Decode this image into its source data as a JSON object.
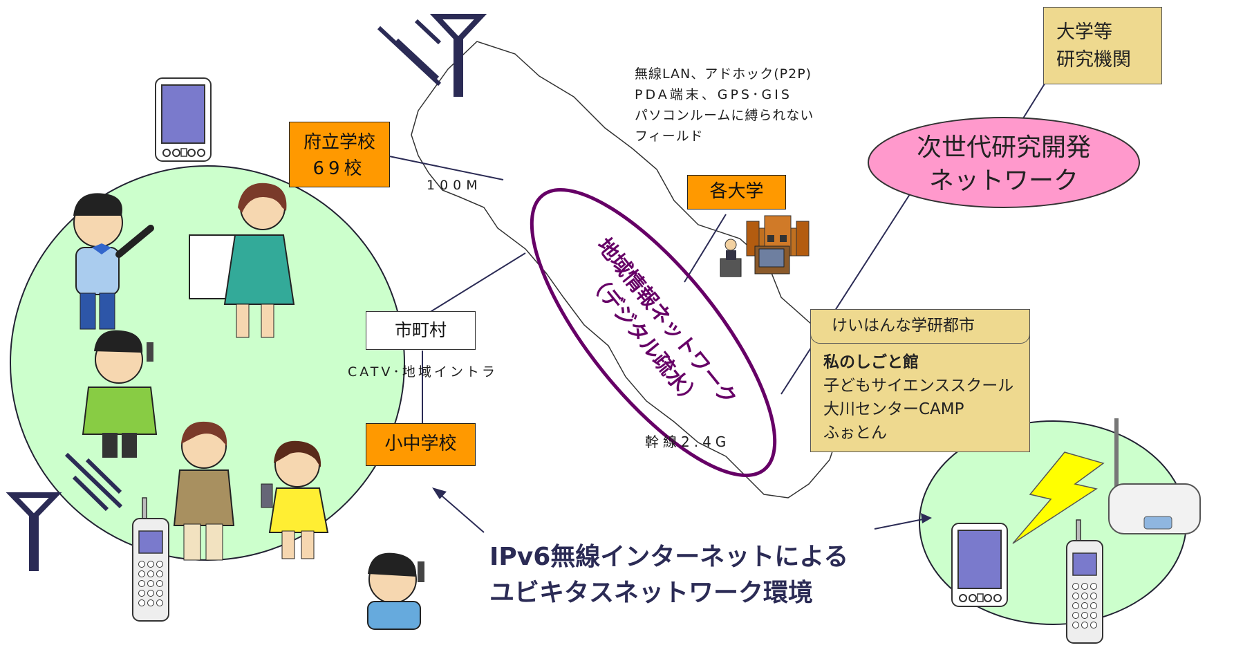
{
  "colors": {
    "field_green": "#ccffcc",
    "box_orange": "#ff9900",
    "box_tan": "#eed98f",
    "research_pink": "#ff99cc",
    "network_purple": "#660066",
    "device_blue": "#7a7acc",
    "navy": "#2b2b55",
    "lightning": "#ffff00"
  },
  "icons": [
    "antenna-icon",
    "pda-icon",
    "mobile-phone-icon",
    "wireless-router-icon",
    "lightning-icon",
    "university-building-icon",
    "lecturer-icon",
    "person-illustration"
  ],
  "labels": {
    "wireless_note": [
      "無線LAN、アドホック(P2P)",
      "PDA端末、GPS･GIS",
      "パソコンルームに縛られない",
      "フィールド"
    ],
    "speed_100m": "100M",
    "trunk_speed": "幹線2.4G",
    "catv": "CATV･地域イントラ",
    "ipv6_line1": "IPv6無線インターネットによる",
    "ipv6_line2": "ユビキタスネットワーク環境"
  },
  "boxes": {
    "prefectural_schools": [
      "府立学校",
      "69校"
    ],
    "universities": "各大学",
    "municipalities": "市町村",
    "elementary_schools": "小中学校",
    "research_institutions": [
      "大学等",
      "研究機関"
    ]
  },
  "next_gen": [
    "次世代研究開発",
    "ネットワーク"
  ],
  "regional_network": [
    "地域情報ネットワーク",
    "（デジタル疏水）"
  ],
  "keihanna": {
    "title": "けいはんな学研都市",
    "highlight": "私のしごと館",
    "items": [
      "子どもサイエンススクール",
      "大川センターCAMP",
      "ふぉとん"
    ]
  }
}
